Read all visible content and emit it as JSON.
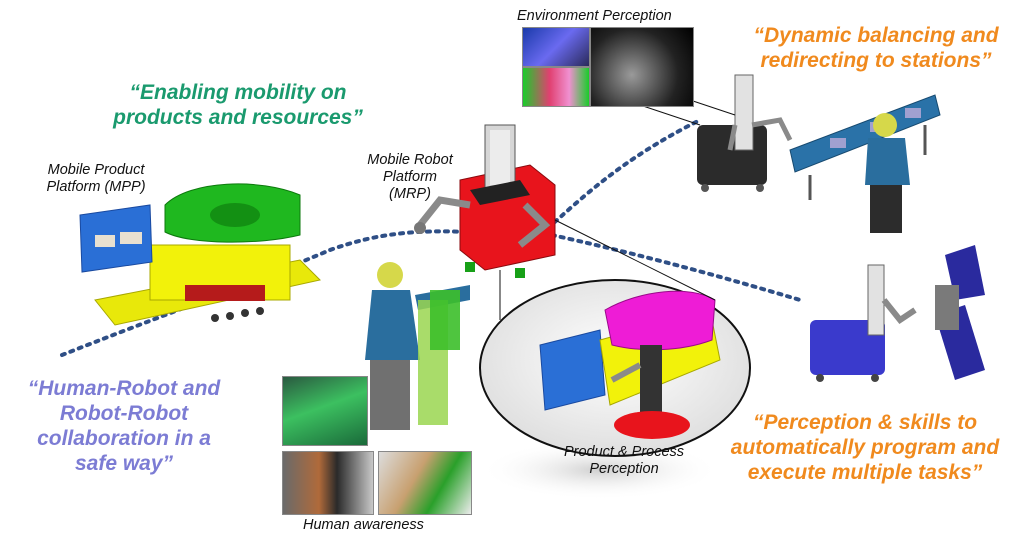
{
  "quotes": {
    "mobility": [
      "“Enabling mobility on",
      "products and resources”"
    ],
    "collaboration": [
      "“Human-Robot and",
      "Robot-Robot",
      "collaboration in a",
      "safe way”"
    ],
    "balancing": [
      "“Dynamic balancing and",
      "redirecting to stations”"
    ],
    "perception_skills": [
      "“Perception & skills to",
      "automatically program and",
      "execute multiple tasks”"
    ]
  },
  "labels": {
    "mpp": [
      "Mobile Product",
      "Platform (MPP)"
    ],
    "mrp": [
      "Mobile Robot",
      "Platform",
      "(MRP)"
    ],
    "environment": "Environment Perception",
    "product_process": [
      "Product & Process",
      "Perception"
    ],
    "human_awareness": "Human awareness"
  },
  "colors": {
    "quote_green": "#1a9a6e",
    "quote_purple": "#7c7cd4",
    "quote_orange": "#f08a1e",
    "path_dots": "#2f4f86",
    "robot_red": "#e8141c",
    "product_green": "#1fb81f",
    "fixture_yellow": "#f2f20a",
    "rack_blue": "#2a6fd6",
    "product_magenta": "#ee1cd6",
    "agv_blue": "#3a3acc"
  }
}
